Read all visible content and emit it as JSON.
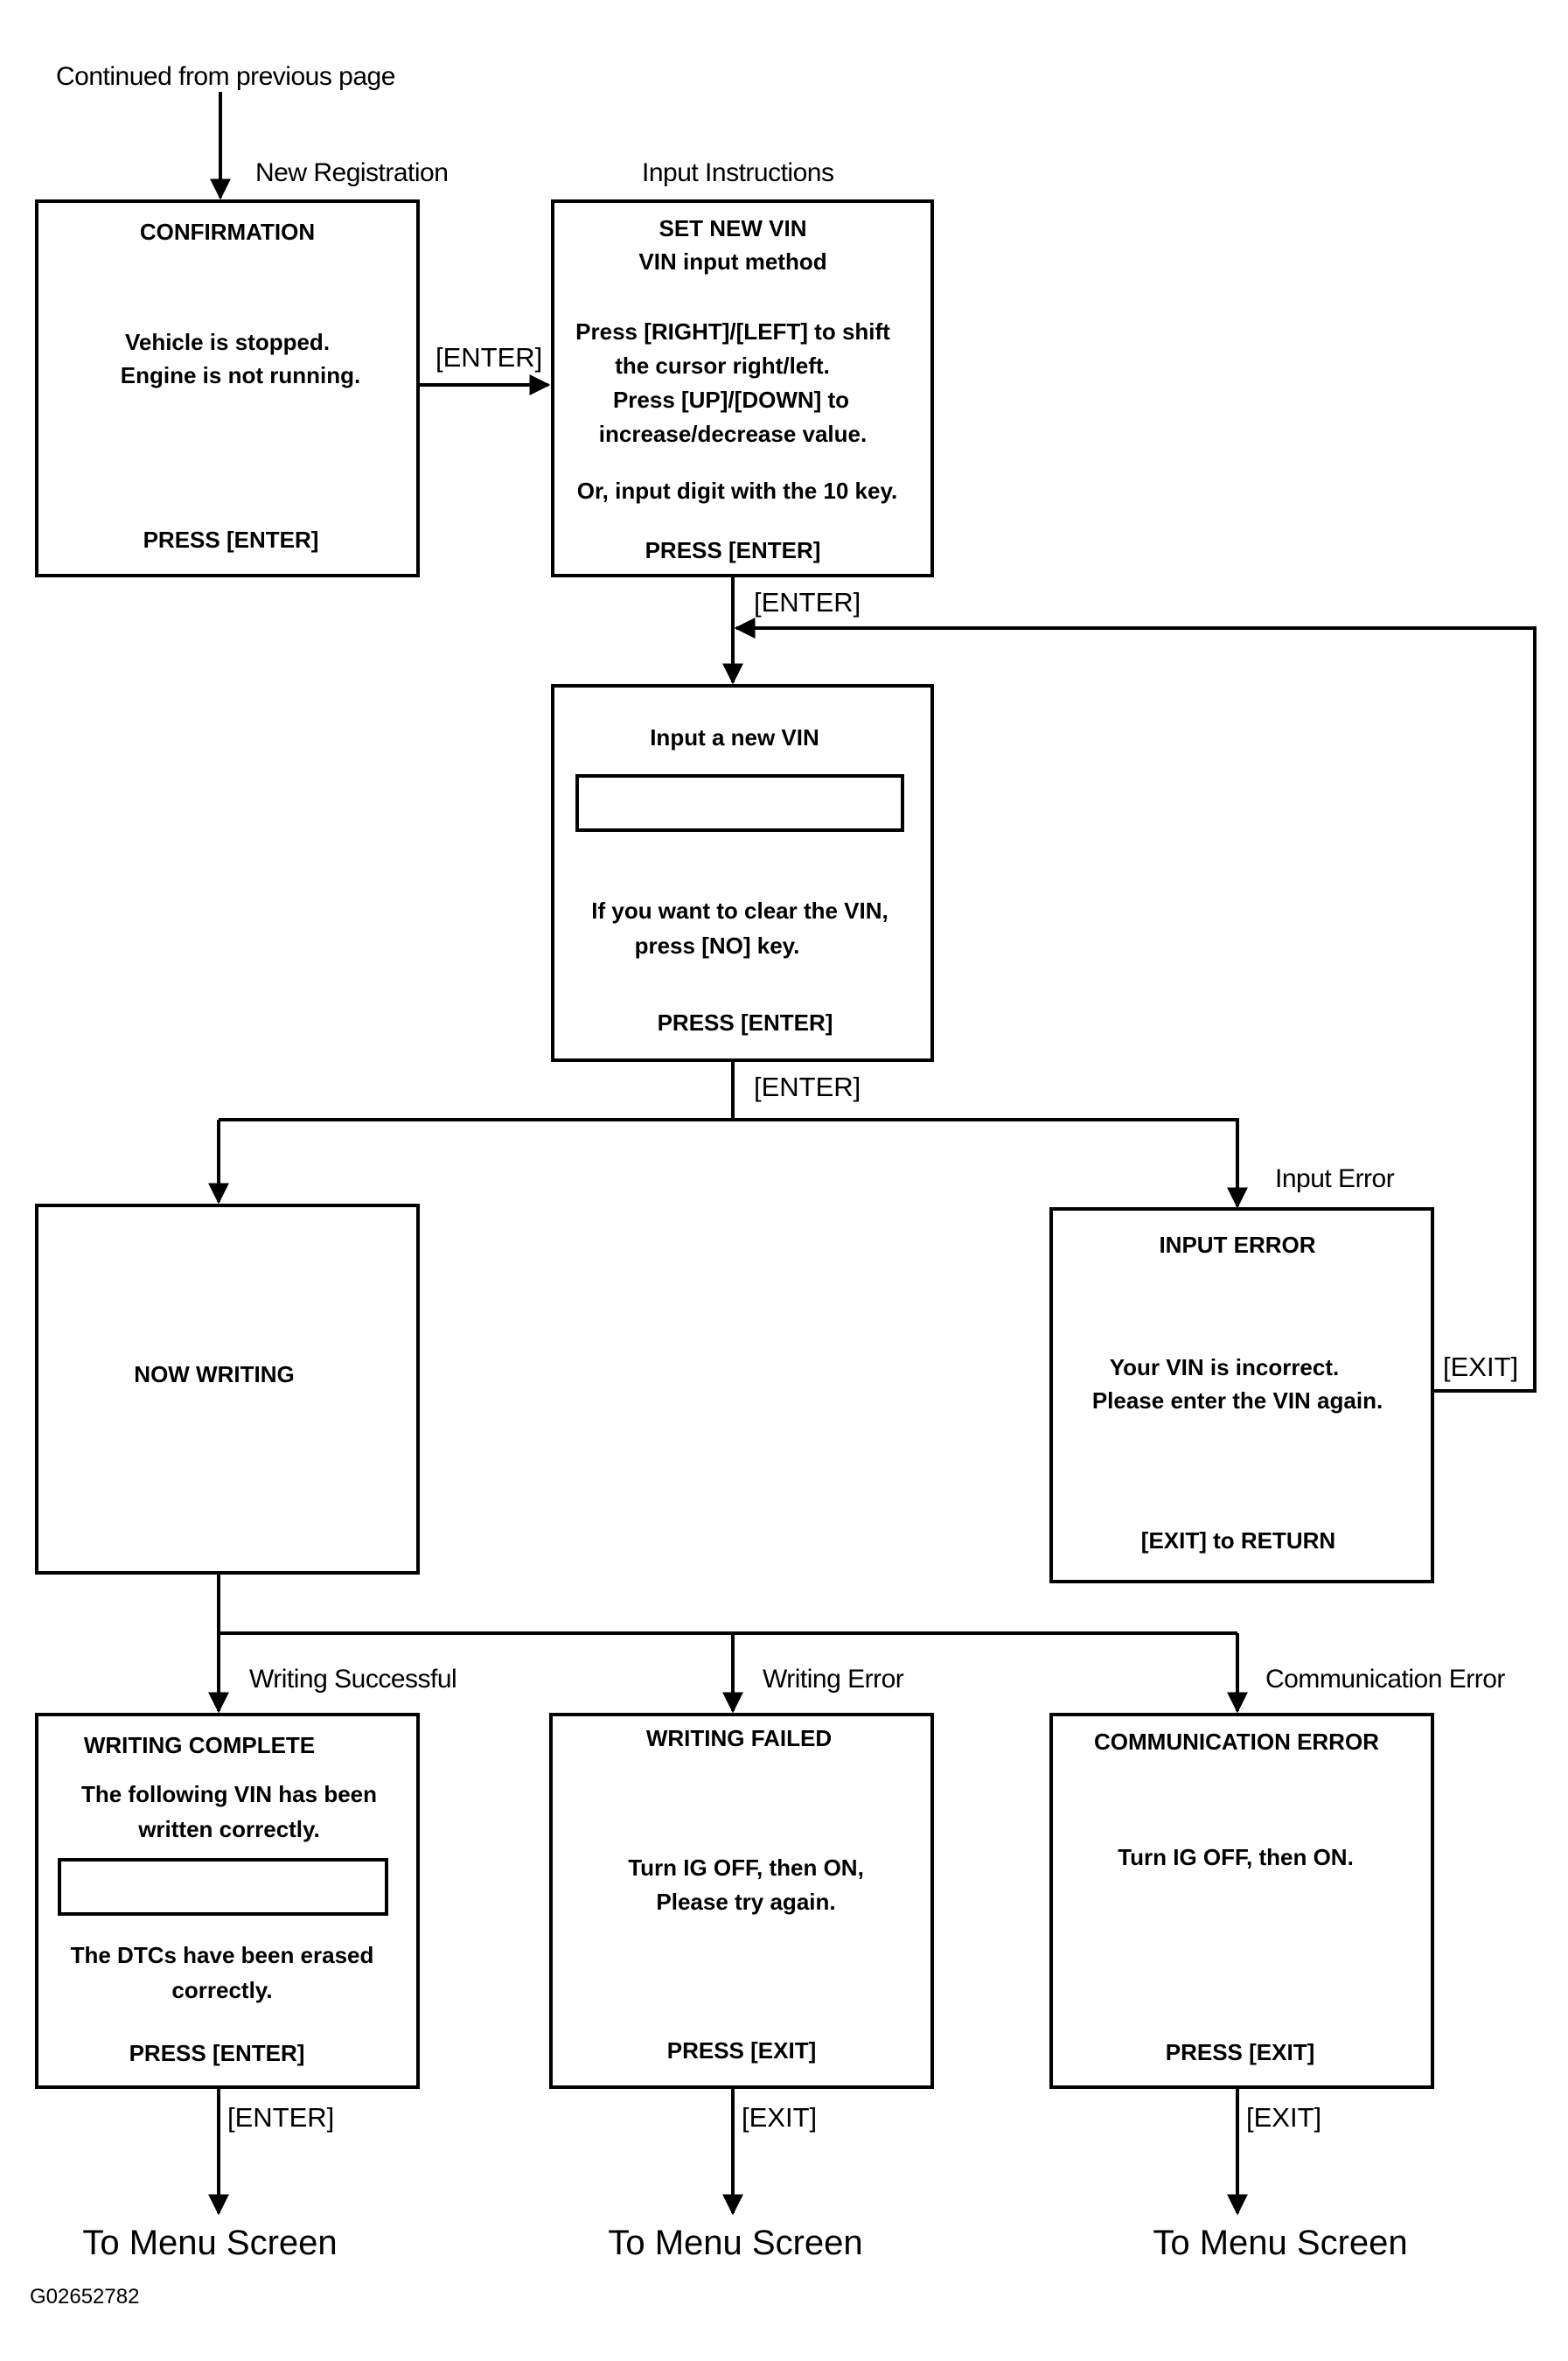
{
  "header": {
    "continued": "Continued from previous page"
  },
  "labels": {
    "new_registration": "New Registration",
    "input_instructions": "Input Instructions",
    "input_error": "Input Error",
    "writing_successful": "Writing Successful",
    "writing_error": "Writing Error",
    "communication_error": "Communication Error"
  },
  "edges": {
    "enter_1": "[ENTER]",
    "enter_2": "[ENTER]",
    "enter_3": "[ENTER]",
    "exit_return": "[EXIT]",
    "enter_complete": "[ENTER]",
    "exit_failed": "[EXIT]",
    "exit_comm": "[EXIT]"
  },
  "boxes": {
    "confirmation": {
      "title": "CONFIRMATION",
      "line1": "Vehicle is stopped.",
      "line2": "Engine is not running.",
      "action": "PRESS [ENTER]"
    },
    "set_new_vin": {
      "title": "SET NEW VIN",
      "subtitle": "VIN input method",
      "line1": "Press [RIGHT]/[LEFT] to shift",
      "line2": "the cursor right/left.",
      "line3": "Press [UP]/[DOWN] to",
      "line4": "increase/decrease value.",
      "line5": "Or, input digit with the 10 key.",
      "action": "PRESS [ENTER]"
    },
    "input_vin": {
      "title": "Input a new VIN",
      "line1": "If you want to clear the VIN,",
      "line2": "press [NO] key.",
      "action": "PRESS [ENTER]"
    },
    "now_writing": {
      "title": "NOW WRITING"
    },
    "input_error": {
      "title": "INPUT ERROR",
      "line1": "Your VIN is incorrect.",
      "line2": "Please enter the VIN again.",
      "action": "[EXIT] to RETURN"
    },
    "writing_complete": {
      "title": "WRITING COMPLETE",
      "line1": "The following VIN has been",
      "line2": "written correctly.",
      "line3": "The DTCs have been erased",
      "line4": "correctly.",
      "action": "PRESS [ENTER]"
    },
    "writing_failed": {
      "title": "WRITING FAILED",
      "line1": "Turn IG OFF, then ON,",
      "line2": "Please try again.",
      "action": "PRESS [EXIT]"
    },
    "communication_error": {
      "title": "COMMUNICATION ERROR",
      "line1": "Turn IG OFF, then ON.",
      "action": "PRESS [EXIT]"
    }
  },
  "footer": {
    "to_menu_1": "To Menu Screen",
    "to_menu_2": "To Menu Screen",
    "to_menu_3": "To Menu Screen",
    "figure_id": "G02652782"
  }
}
